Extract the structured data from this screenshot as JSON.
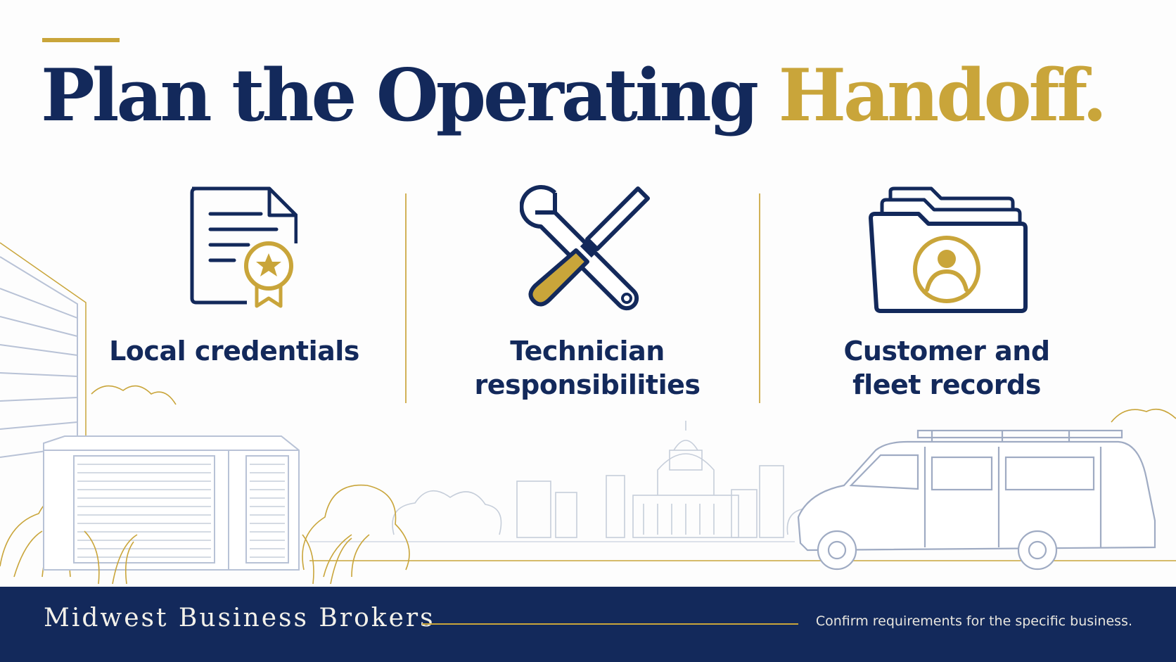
{
  "title": {
    "main": "Plan the Operating",
    "highlight": "Handoff."
  },
  "features": [
    {
      "label": "Local credentials",
      "icon": "certificate-document-icon"
    },
    {
      "label": "Technician\nresponsibilities",
      "icon": "wrench-screwdriver-icon"
    },
    {
      "label": "Customer and\nfleet records",
      "icon": "customer-folder-icon"
    }
  ],
  "footer": {
    "brand": "Midwest Business Brokers",
    "note": "Confirm requirements for the specific business."
  },
  "colors": {
    "navy": "#13295b",
    "gold": "#c9a53a",
    "illustration": "#b8c2d6"
  }
}
